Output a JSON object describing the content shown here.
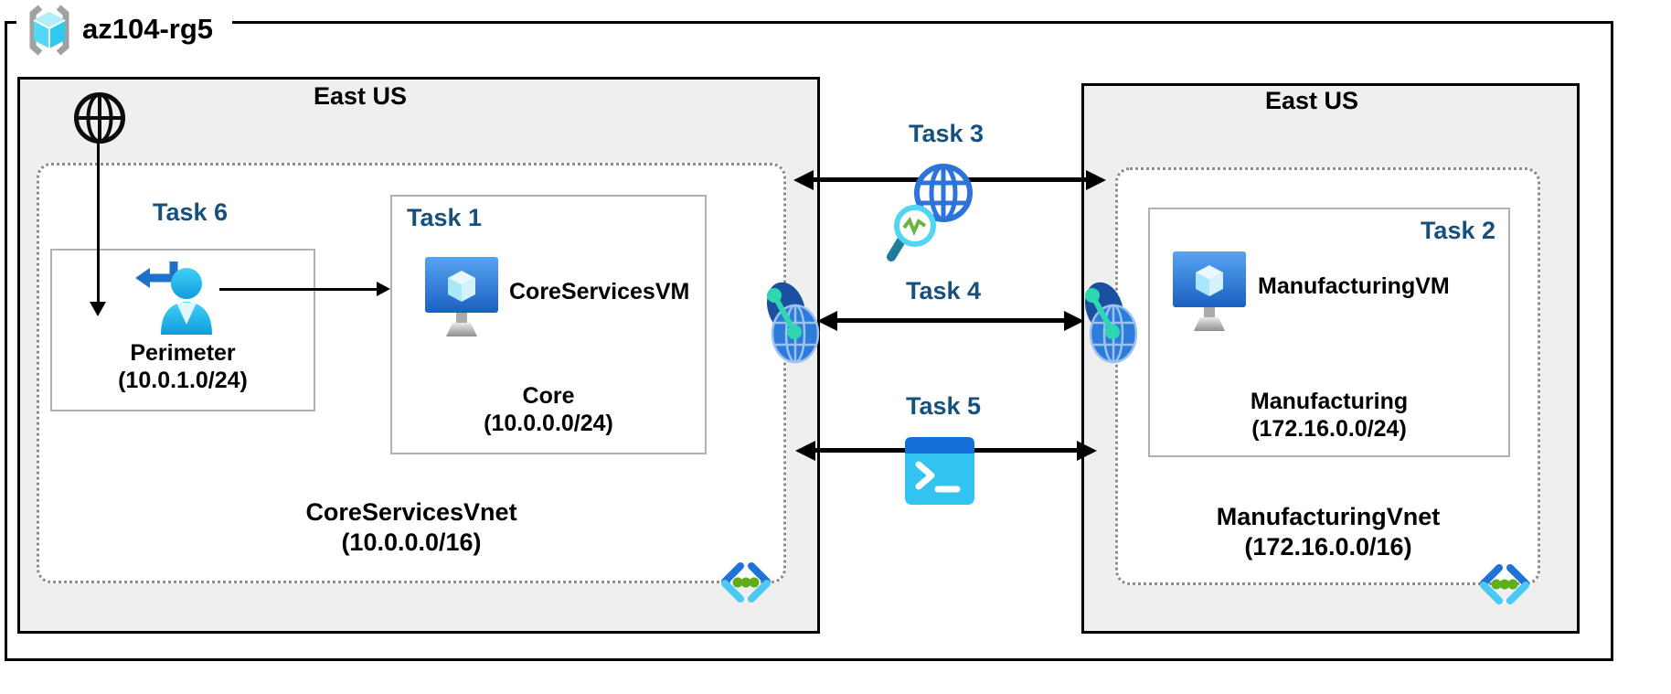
{
  "colors": {
    "task_label": "#17507d",
    "region_fill": "#efefef",
    "border_black": "#000000",
    "subnet_border": "#b0b0b0",
    "dotted_border": "#8c8c8c",
    "azure_blue": "#2e7cd9",
    "cyan": "#33c3f0",
    "teal": "#2fd7b0",
    "green_dot": "#5fad19"
  },
  "resource_group": {
    "name": "az104-rg5",
    "icon": "resource-group-icon"
  },
  "left_region": {
    "location": "East US",
    "internet_icon": "internet-globe-icon",
    "vnet_name": "CoreServicesVnet",
    "vnet_cidr": "(10.0.0.0/16)",
    "vnet_icon": "virtual-network-icon",
    "peering_icon": "vnet-peering-icon",
    "perimeter": {
      "task": "Task 6",
      "icon": "guest-user-icon",
      "name": "Perimeter",
      "cidr": "(10.0.1.0/24)"
    },
    "core": {
      "task": "Task 1",
      "icon": "virtual-machine-icon",
      "vm_name": "CoreServicesVM",
      "name": "Core",
      "cidr": "(10.0.0.0/24)"
    }
  },
  "right_region": {
    "location": "East US",
    "vnet_name": "ManufacturingVnet",
    "vnet_cidr": "(172.16.0.0/16)",
    "vnet_icon": "virtual-network-icon",
    "peering_icon": "vnet-peering-icon",
    "manufacturing": {
      "task": "Task 2",
      "icon": "virtual-machine-icon",
      "vm_name": "ManufacturingVM",
      "name": "Manufacturing",
      "cidr": "(172.16.0.0/24)"
    }
  },
  "connections": {
    "task3": {
      "label": "Task 3",
      "icon": "network-watcher-icon"
    },
    "task4": {
      "label": "Task 4"
    },
    "task5": {
      "label": "Task 5",
      "icon": "cloud-shell-icon"
    }
  }
}
